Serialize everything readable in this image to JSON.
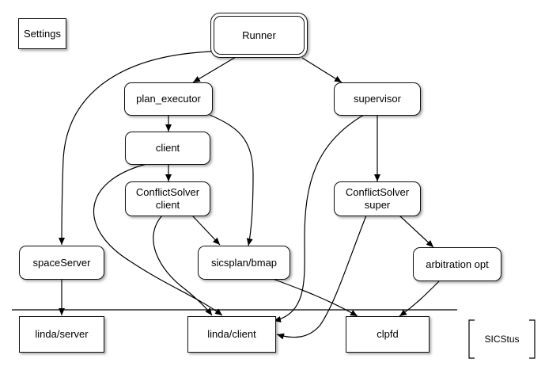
{
  "nodes": {
    "settings": "Settings",
    "runner": "Runner",
    "plan_executor": "plan_executor",
    "supervisor": "supervisor",
    "client": "client",
    "conflict_client_line1": "ConflictSolver",
    "conflict_client_line2": "client",
    "conflict_super_line1": "ConflictSolver",
    "conflict_super_line2": "super",
    "spaceserver": "spaceServer",
    "sicsplan": "sicsplan/bmap",
    "arbitration": "arbitration opt",
    "linda_server": "linda/server",
    "linda_client": "linda/client",
    "clpfd": "clpfd",
    "sicstus": "SICStus"
  }
}
